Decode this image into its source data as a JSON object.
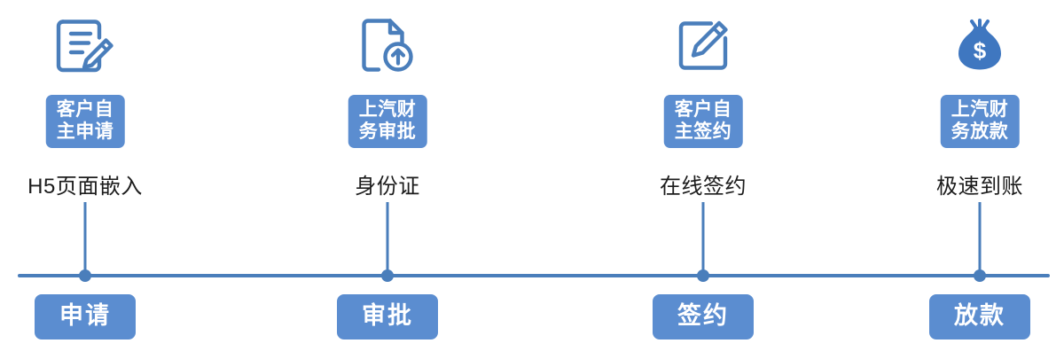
{
  "diagram": {
    "type": "process-timeline",
    "orientation": "horizontal",
    "colors": {
      "accent": "#4a7ebb",
      "badge_bg": "#5b8dd0",
      "badge_text": "#ffffff",
      "caption_text": "#1c1c1c",
      "background": "#ffffff"
    },
    "axis": {
      "visible": true,
      "color": "#4a7ebb"
    },
    "steps": [
      {
        "index": 1,
        "icon": "document-pencil-icon",
        "badge_line1": "客户自",
        "badge_line2": "主申请",
        "badge_full": "客户自主申请",
        "caption": "H5页面嵌入",
        "stage": "申请"
      },
      {
        "index": 2,
        "icon": "document-upload-icon",
        "badge_line1": "上汽财",
        "badge_line2": "务审批",
        "badge_full": "上汽财务审批",
        "caption": "身份证",
        "stage": "审批"
      },
      {
        "index": 3,
        "icon": "square-pencil-icon",
        "badge_line1": "客户自",
        "badge_line2": "主签约",
        "badge_full": "客户自主签约",
        "caption": "在线签约",
        "stage": "签约"
      },
      {
        "index": 4,
        "icon": "money-bag-icon",
        "badge_line1": "上汽财",
        "badge_line2": "务放款",
        "badge_full": "上汽财务放款",
        "caption": "极速到账",
        "stage": "放款"
      }
    ]
  }
}
